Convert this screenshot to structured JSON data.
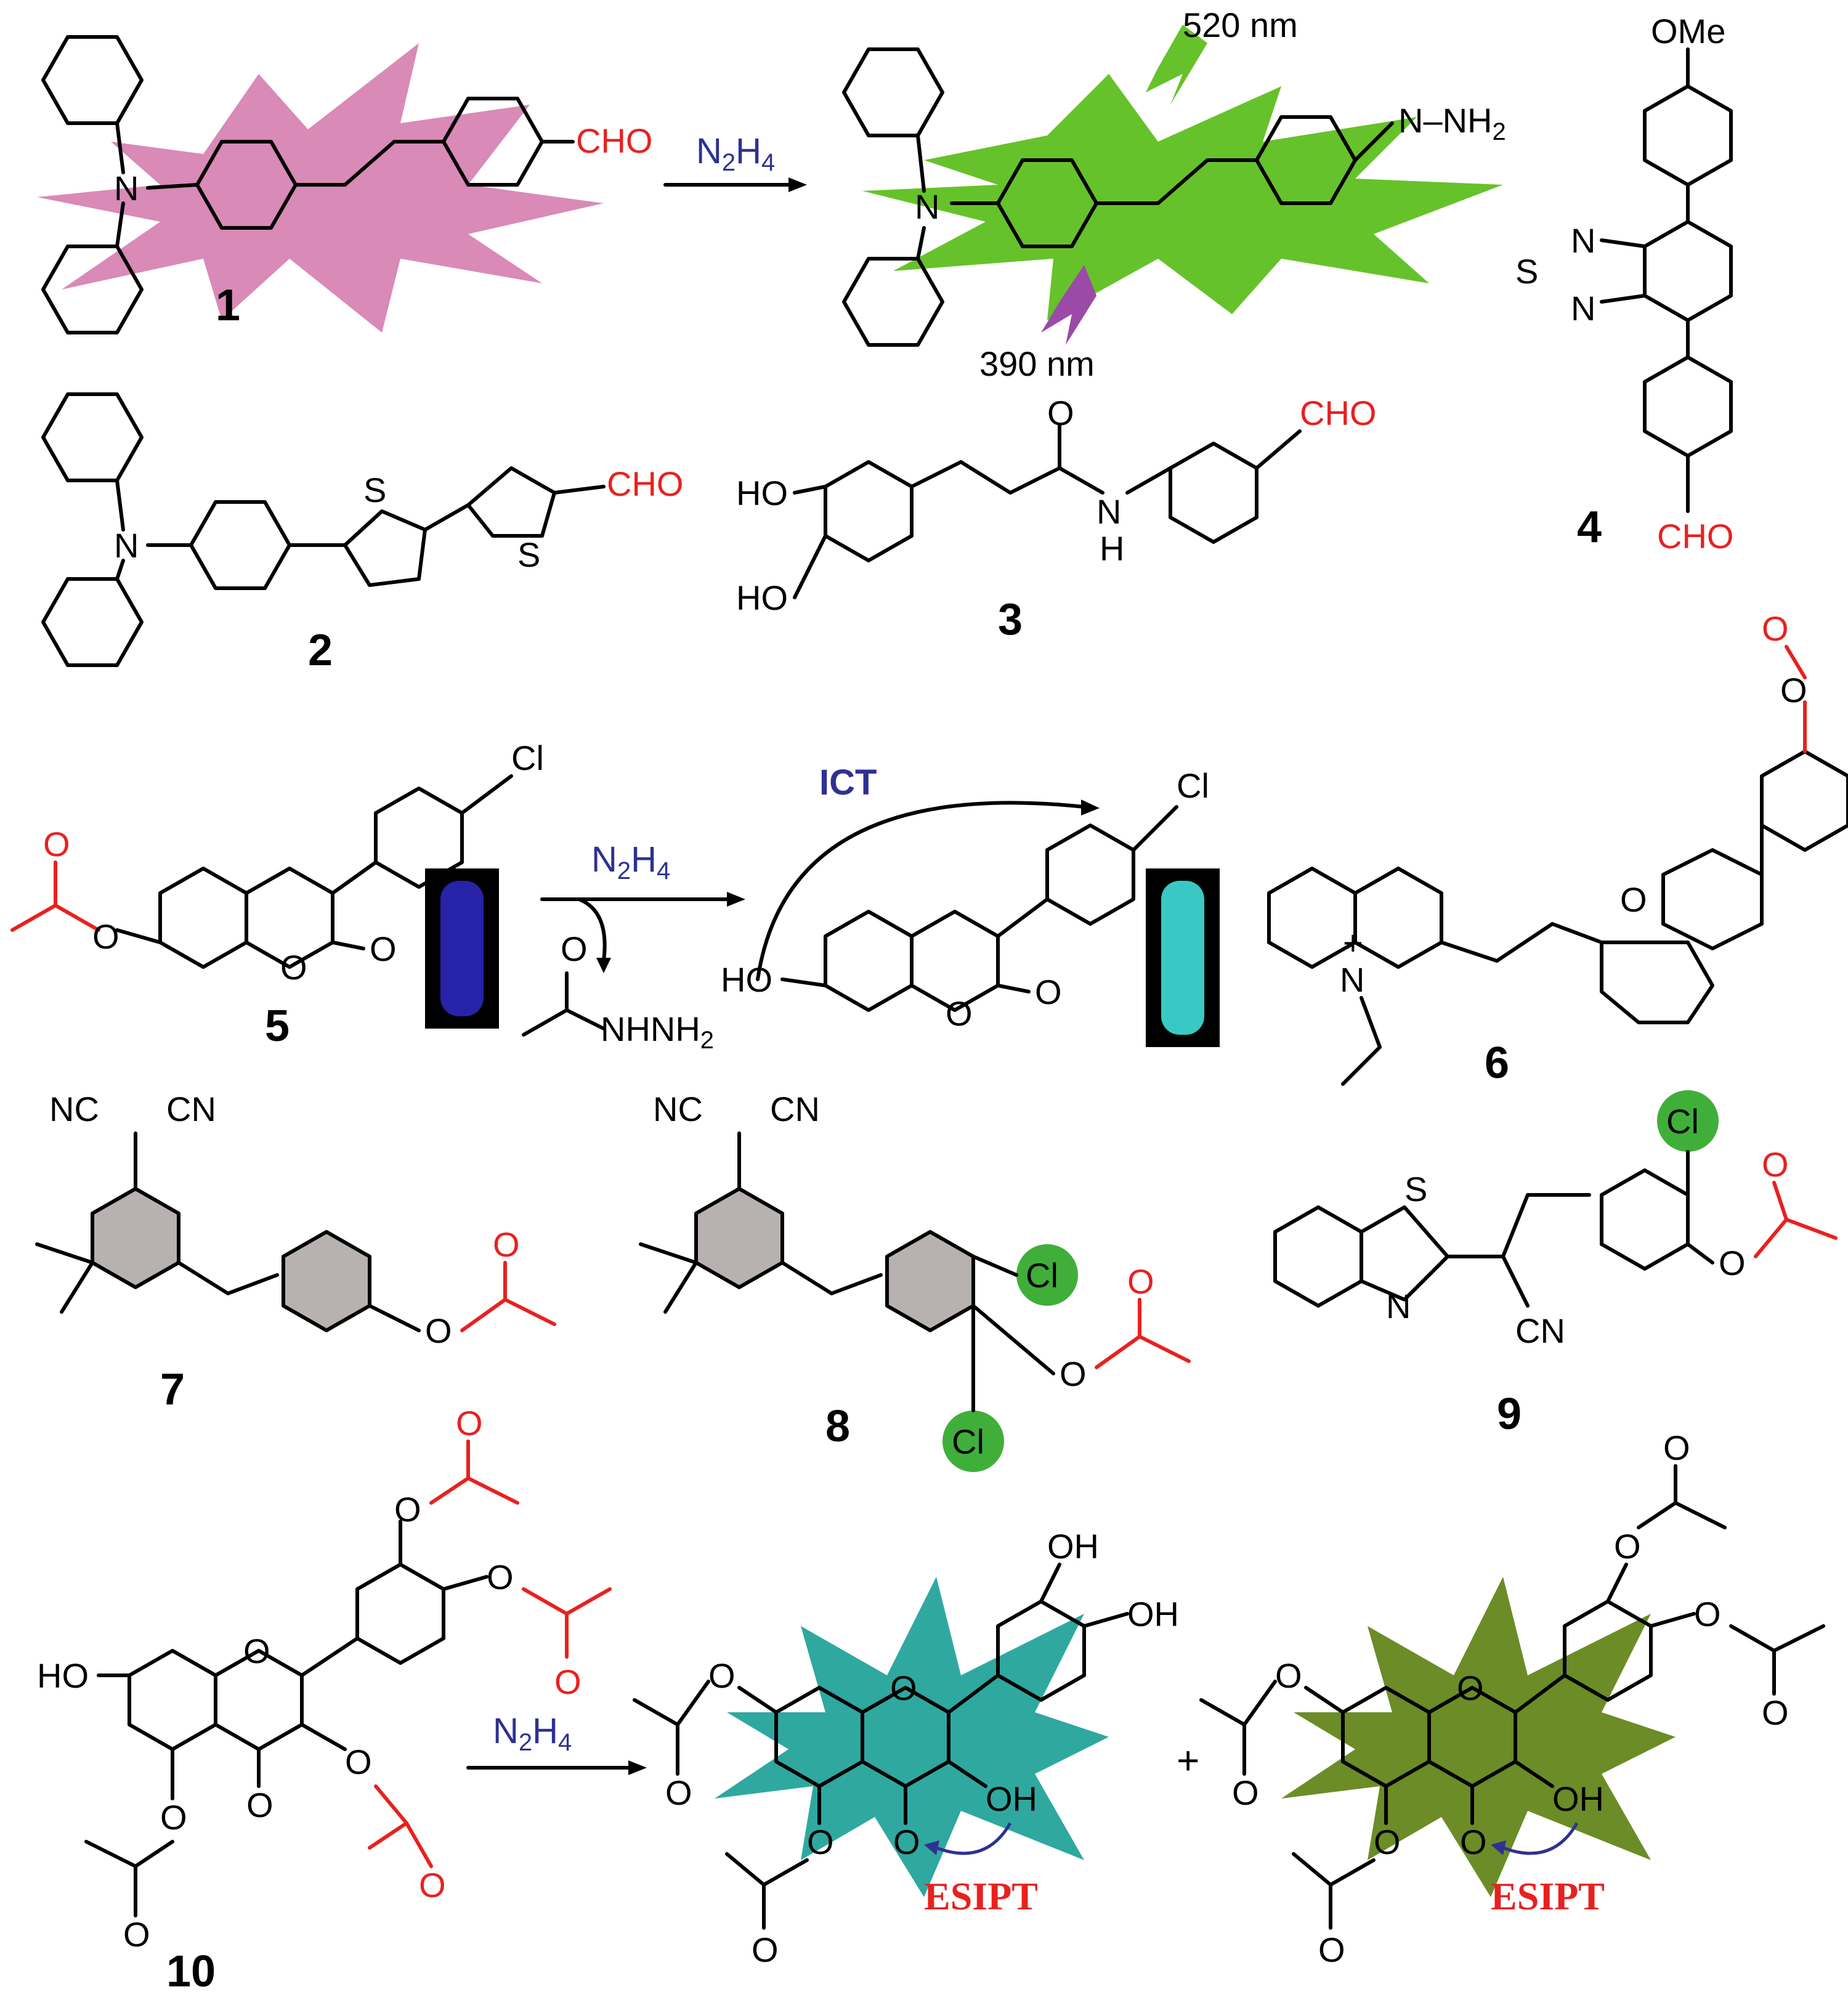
{
  "colors": {
    "star_pink": "#d98ab7",
    "star_green": "#66c22a",
    "star_teal": "#2fa8a0",
    "star_olive": "#6b8c26",
    "highlight_gray": "#b7b2b0",
    "accent_red": "#e8211f",
    "reagent_blue": "#2e3192",
    "cl_ball": "#3faf3a",
    "vial_blue": "#2723a8",
    "vial_cyan": "#38c9c4"
  },
  "compounds": {
    "c1": "1",
    "c2": "2",
    "c3": "3",
    "c4": "4",
    "c5": "5",
    "c6": "6",
    "c7": "7",
    "c8": "8",
    "c9": "9",
    "c10": "10"
  },
  "groups": {
    "cho": "CHO",
    "n": "N",
    "s": "S",
    "o": "O",
    "h": "H",
    "ho": "HO",
    "oh": "OH",
    "cl": "Cl",
    "nc": "NC",
    "cn": "CN",
    "ome": "OMe",
    "plus": "+",
    "n_nh2": "N–NH",
    "nhnh": "NHNH"
  },
  "reagents": {
    "n2h4_n": "N",
    "n2h4_sub2": "2",
    "n2h4_h": "H",
    "n2h4_sub4": "4",
    "sub2": "2"
  },
  "annotations": {
    "emission": "520 nm",
    "excitation": "390 nm",
    "ict": "ICT",
    "esipt": "ESIPT",
    "plus": "+"
  }
}
